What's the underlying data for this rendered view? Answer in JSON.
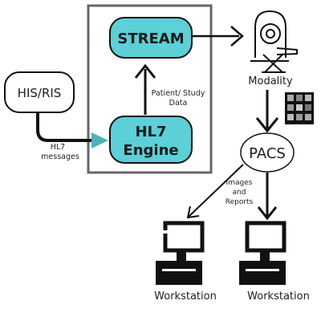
{
  "nodes": {
    "stream": "STREAM",
    "hl7_engine_line1": "HL7",
    "hl7_engine_line2": "Engine",
    "his_ris": "HIS/RIS",
    "modality": "Modality",
    "pacs": "PACS",
    "workstation_left": "Workstation",
    "workstation_right": "Workstation"
  },
  "edges": {
    "hl7_messages_line1": "HL7",
    "hl7_messages_line2": "messages",
    "patient_study_line1": "Patient/ Study",
    "patient_study_line2": "Data",
    "images_reports_line1": "Images",
    "images_reports_line2": "and",
    "images_reports_line3": "Reports"
  },
  "colors": {
    "box_fill": "#5ccfd7",
    "container_border": "#666666",
    "arrow": "#111111",
    "hl7_arrowhead": "#4fb3bb"
  }
}
